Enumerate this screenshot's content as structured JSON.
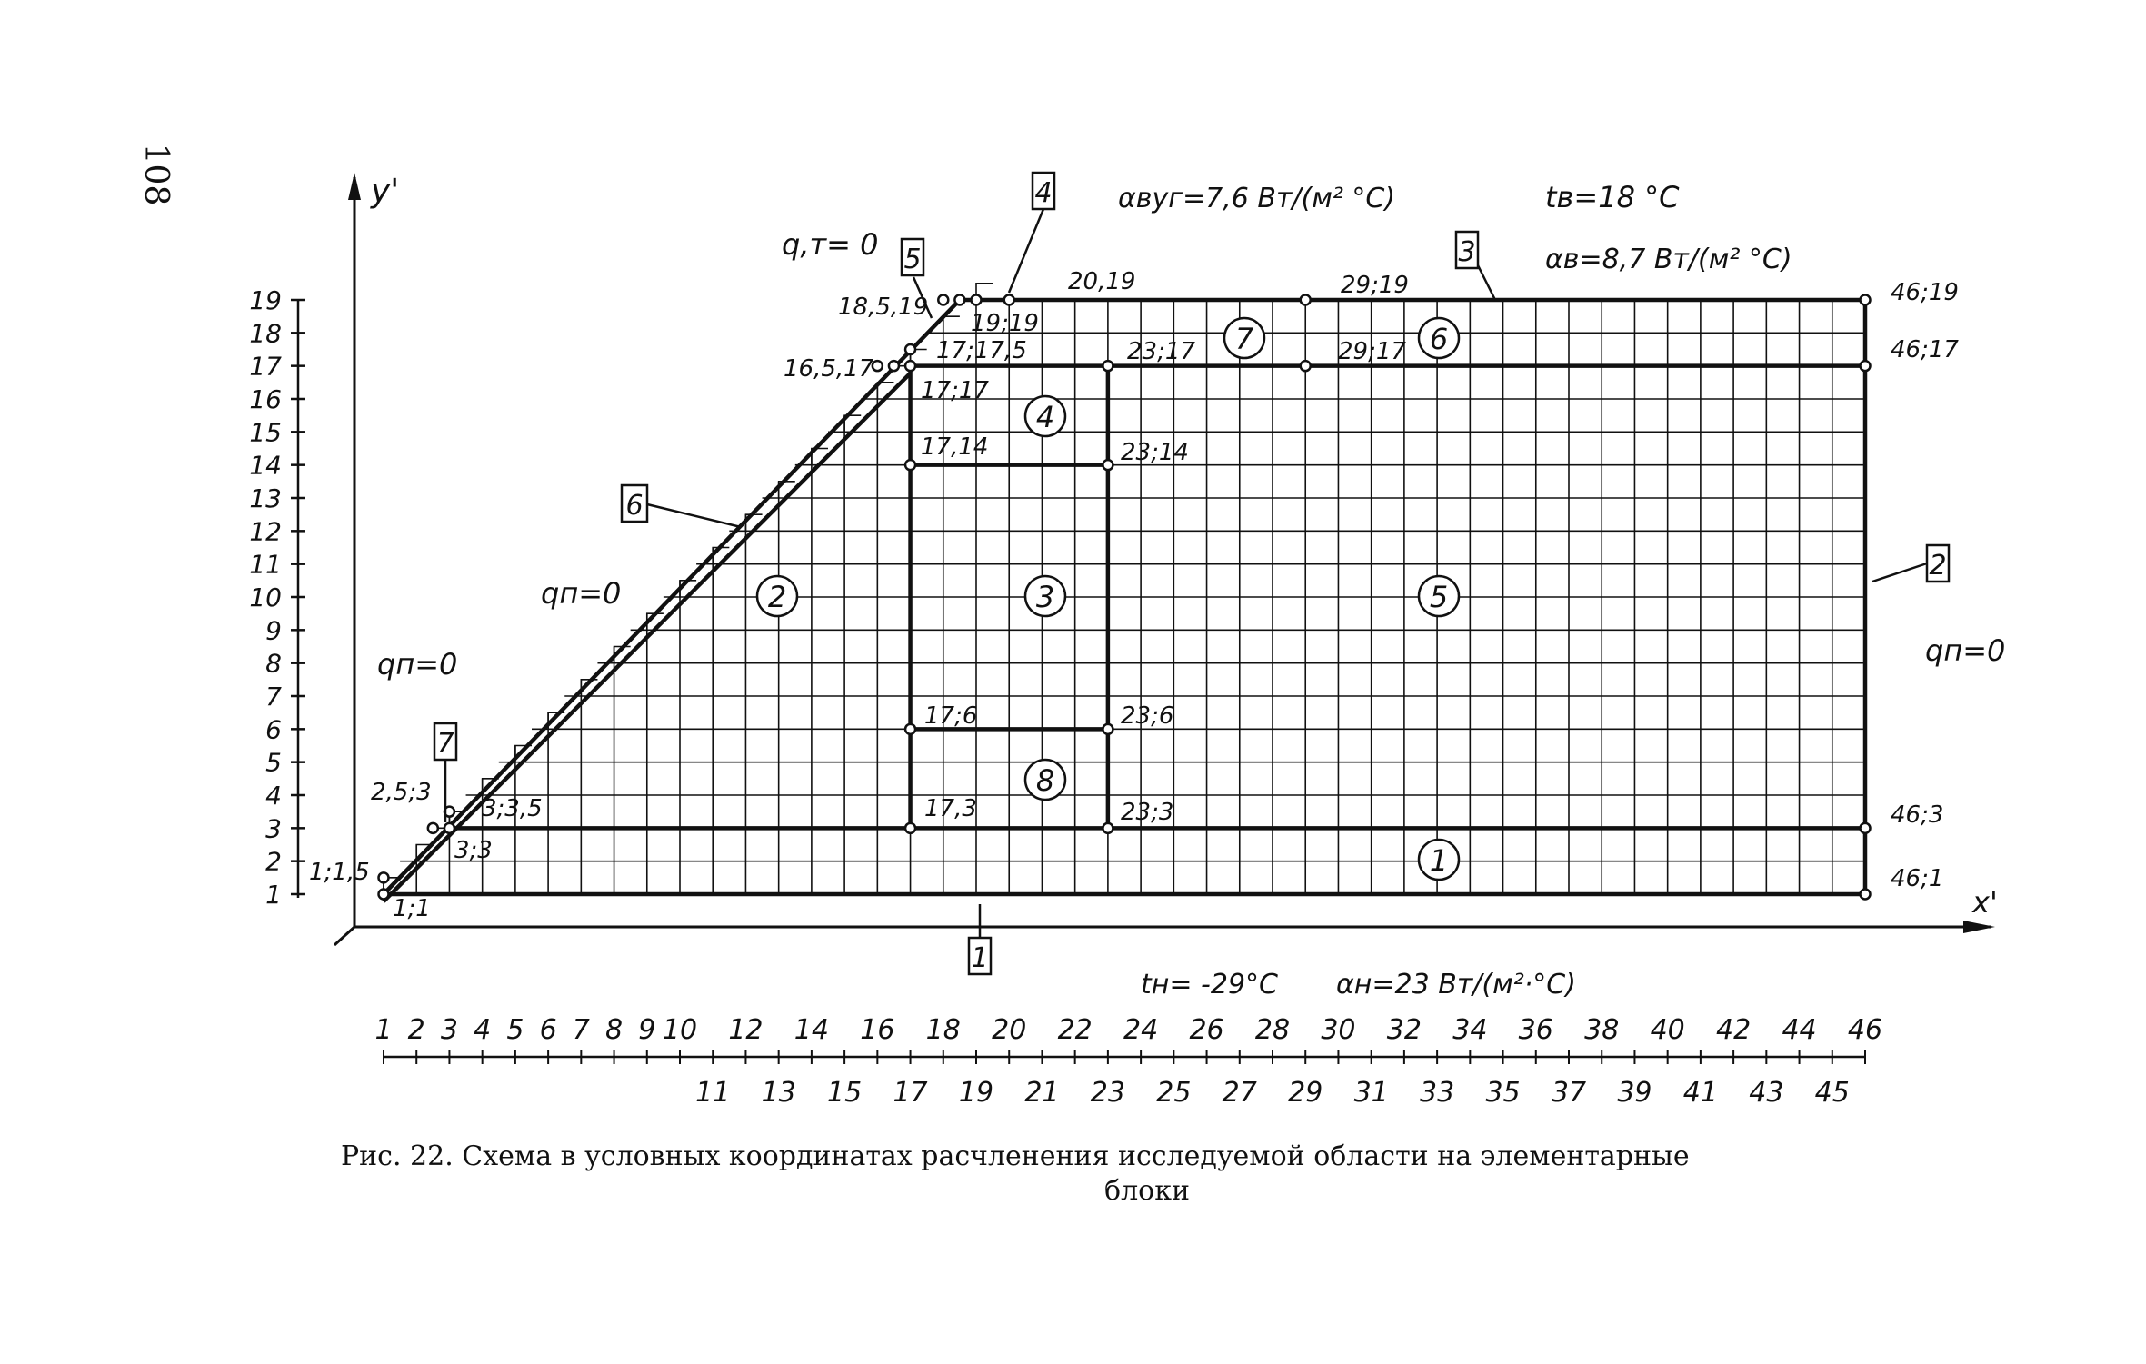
{
  "page_number": "108",
  "axes": {
    "y_label": "y'",
    "x_label": "x'"
  },
  "y_ticks": [
    "1",
    "2",
    "3",
    "4",
    "5",
    "6",
    "7",
    "8",
    "9",
    "10",
    "11",
    "12",
    "13",
    "14",
    "15",
    "16",
    "17",
    "18",
    "19"
  ],
  "x_ticks_top": [
    "1",
    "2",
    "3",
    "4",
    "5",
    "6",
    "7",
    "8",
    "9",
    "10",
    "12",
    "14",
    "16",
    "18",
    "20",
    "22",
    "24",
    "26",
    "28",
    "30",
    "32",
    "34",
    "36",
    "38",
    "40",
    "42",
    "44",
    "46"
  ],
  "x_ticks_bottom": [
    "11",
    "13",
    "15",
    "17",
    "19",
    "21",
    "23",
    "25",
    "27",
    "29",
    "31",
    "33",
    "35",
    "37",
    "39",
    "41",
    "43",
    "45"
  ],
  "boundary_params": {
    "q_t": "q,т= 0",
    "alpha_vug": "αвуг=7,6 Вт/(м² °С)",
    "t_v": "tв=18 °С",
    "alpha_v": "αв=8,7 Вт/(м² °С)",
    "q_n_mid": "qп=0",
    "q_n_left": "qп=0",
    "q_n_right": "qп=0",
    "t_n": "tн= -29°С",
    "alpha_n": "αн=23 Вт/(м²·°С)"
  },
  "boundary_ids": [
    "1",
    "2",
    "3",
    "4",
    "5",
    "6",
    "7"
  ],
  "block_ids": [
    "1",
    "2",
    "3",
    "4",
    "5",
    "6",
    "7",
    "8"
  ],
  "node_labels": {
    "n_1_1": "1;1",
    "n_1_1_5": "1;1,5",
    "n_2_5_3": "2,5;3",
    "n_3_3_5": "3;3,5",
    "n_3_3": "3;3",
    "n_16_5_17": "16,5,17",
    "n_17_17_5": "17;17,5",
    "n_18_5_19": "18,5,19",
    "n_19_19": "19;19",
    "n_20_19": "20,19",
    "n_29_19": "29;19",
    "n_46_19": "46;19",
    "n_23_17": "23;17",
    "n_29_17": "29;17",
    "n_46_17": "46;17",
    "n_17_17": "17;17",
    "n_17_14": "17,14",
    "n_23_14": "23;14",
    "n_17_6": "17;6",
    "n_23_6": "23;6",
    "n_17_3": "17,3",
    "n_23_3": "23;3",
    "n_46_3": "46;3",
    "n_46_1": "46;1"
  },
  "caption": {
    "line1": "Рис. 22. Схема в условных координатах расчленения исследуемой  области  на элементарные",
    "line2": "блоки"
  }
}
